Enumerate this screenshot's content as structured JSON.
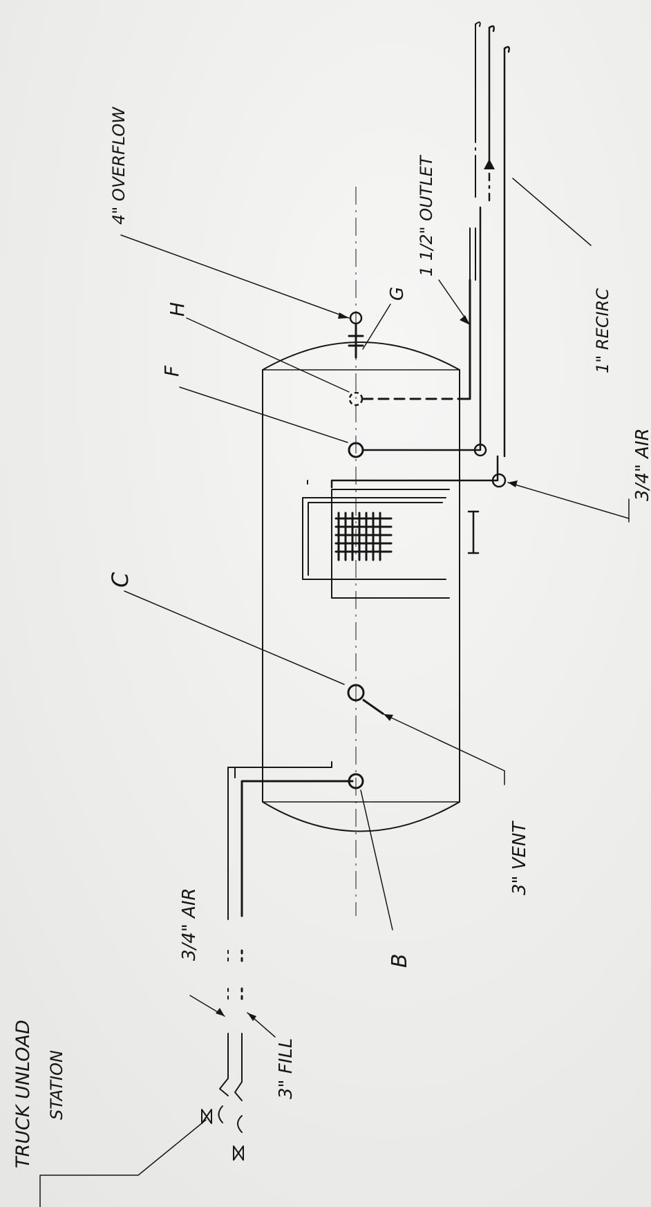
{
  "labels": {
    "truck_unload": "TRUCK UNLOAD",
    "station": "STATION",
    "air_fill_side": "3/4\" AIR",
    "fill": "3\" FILL",
    "b": "B",
    "vent": "3\" VENT",
    "c": "C",
    "f": "F",
    "h": "H",
    "g": "G",
    "overflow": "4\" OVERFLOW",
    "outlet": "1 1/2\" OUTLET",
    "recirc": "1\" RECIRC",
    "air_outlet_side": "3/4\" AIR"
  },
  "colors": {
    "ink": "#161616",
    "paper": "#f1f1f0"
  }
}
